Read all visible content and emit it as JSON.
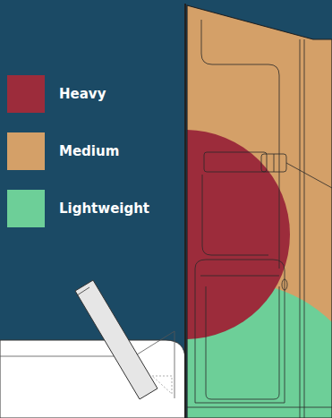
{
  "diagram": {
    "legend": [
      {
        "text": "Heavy",
        "color": "#9c2c3b"
      },
      {
        "text": "Medium",
        "color": "#d4a068"
      },
      {
        "text": "Lightweight",
        "color": "#6dcf98"
      }
    ]
  }
}
